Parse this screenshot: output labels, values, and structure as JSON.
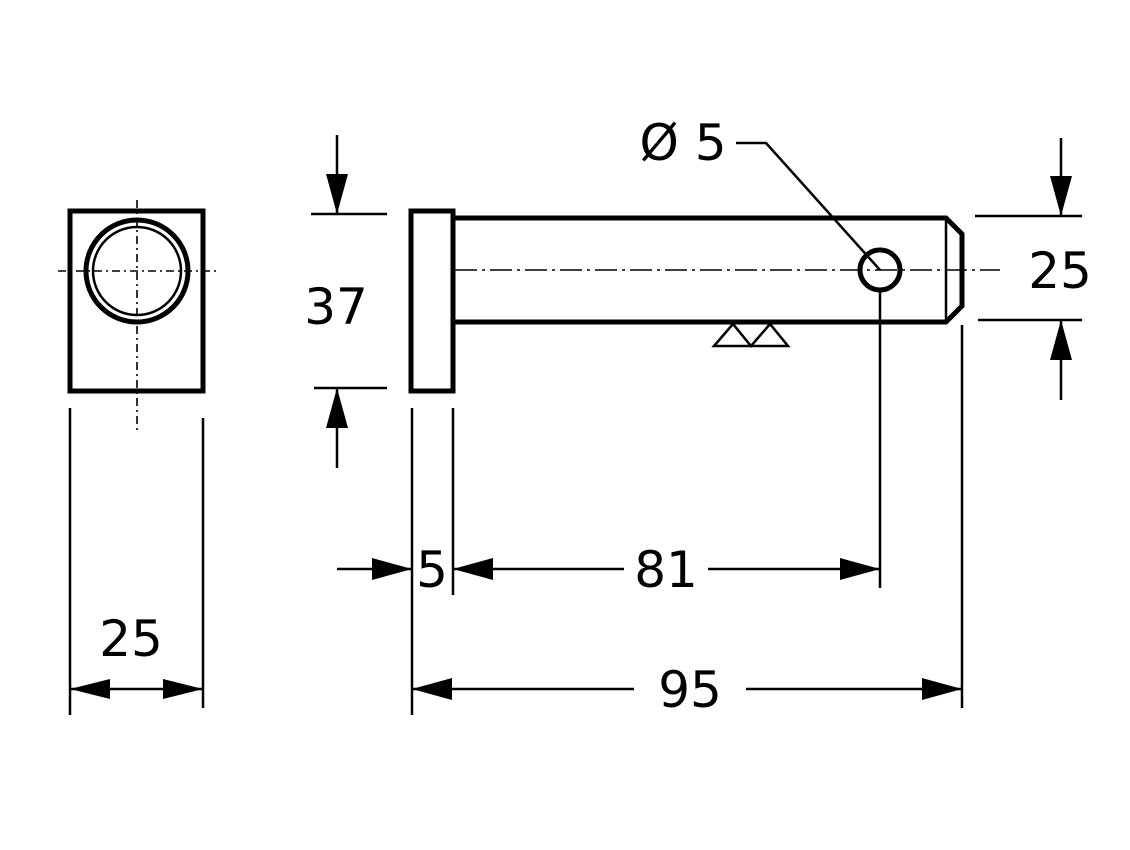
{
  "drawing": {
    "dimensions": {
      "end_view_width": "25",
      "head_height": "37",
      "head_thickness": "5",
      "hole_position": "81",
      "overall_length": "95",
      "shaft_diameter": "25",
      "hole_diameter": "Ø 5"
    },
    "colors": {
      "line": "#000000",
      "background": "#ffffff"
    }
  }
}
